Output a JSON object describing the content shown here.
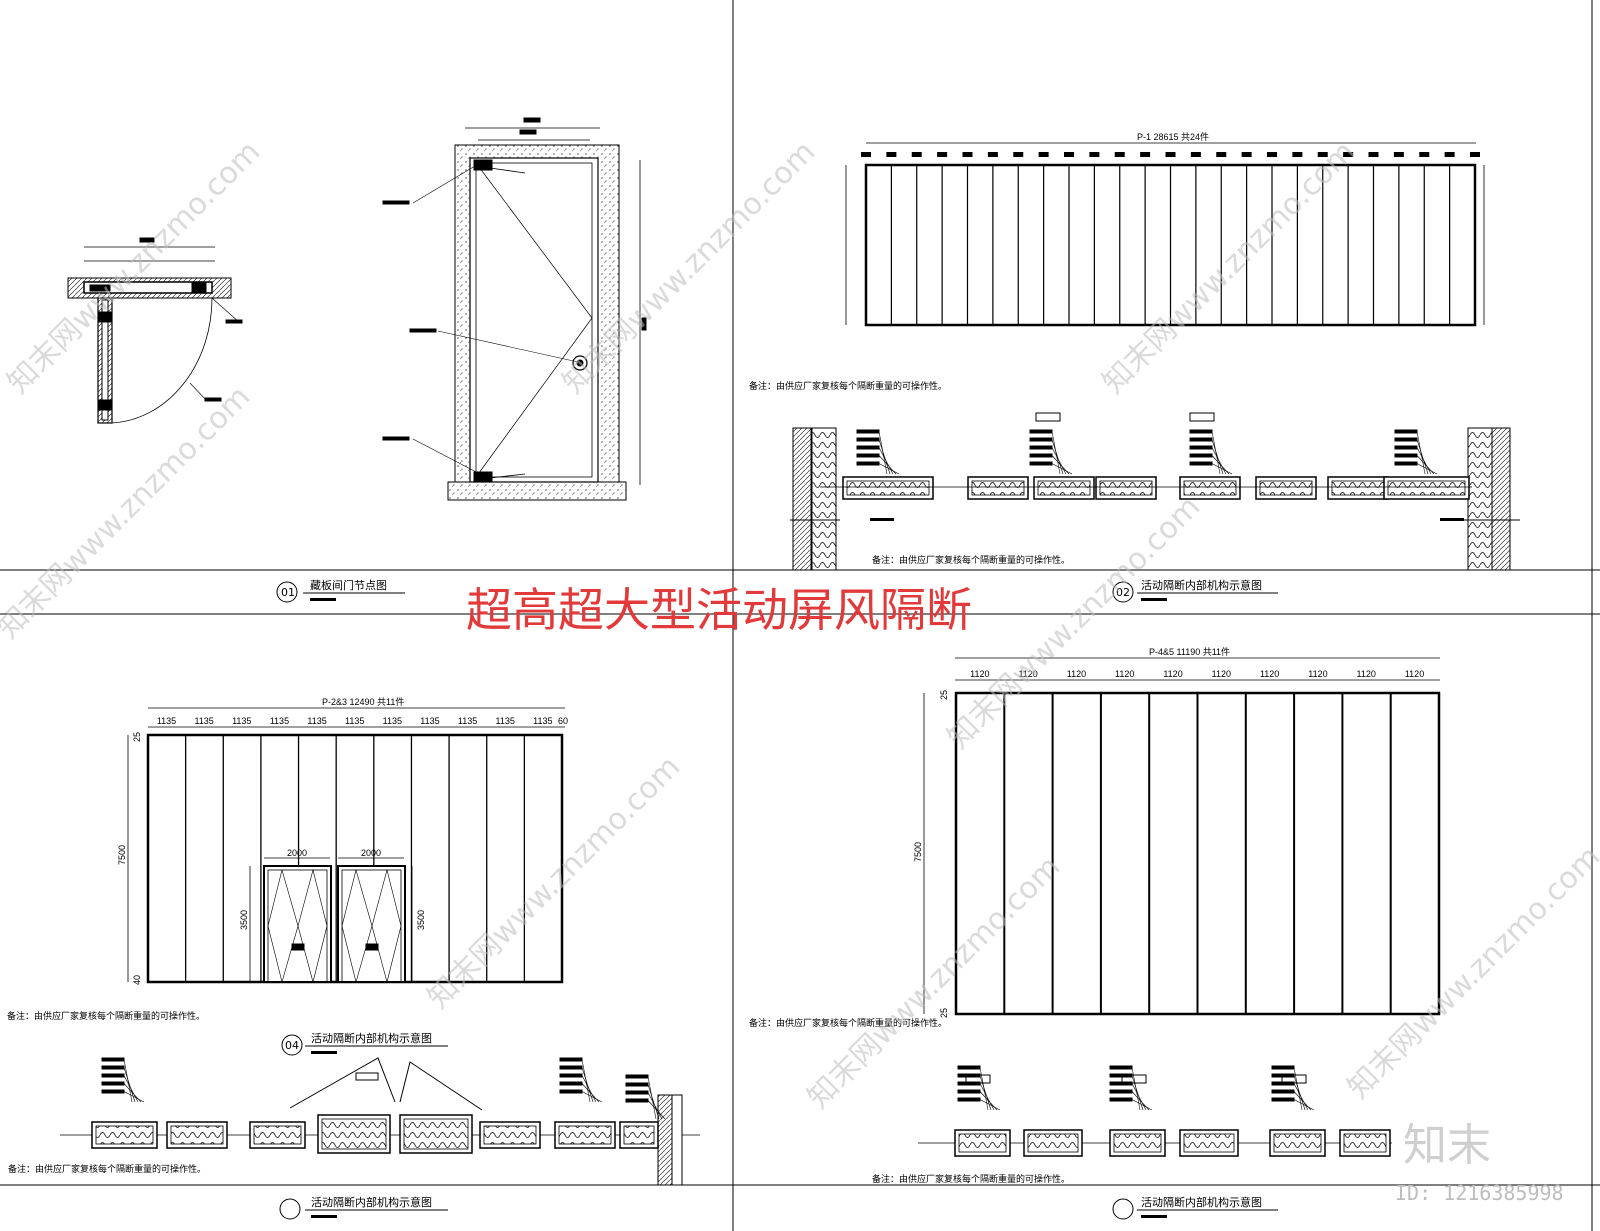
{
  "main_title": "超高超大型活动屏风隔断",
  "panels": {
    "p01": {
      "number": "01",
      "caption": "藏板间门节点图"
    },
    "p02": {
      "number": "02",
      "caption": "活动隔断内部机构示意图",
      "header": "P-1 28615 共24件",
      "note": "备注：由供应厂家复核每个隔断重量的可操作性。"
    },
    "p03": {
      "header": "P-2&3 12490 共11件",
      "module_widths": [
        "1135",
        "1135",
        "1135",
        "1135",
        "1135",
        "1135",
        "1135",
        "1135",
        "1135",
        "1135",
        "1135"
      ],
      "end_tag": "60",
      "height": "7500",
      "door_width": "2000",
      "door_height": "3500",
      "top_gap": "25",
      "bottom_gap": "40",
      "note": "备注：由供应厂家复核每个隔断重量的可操作性。"
    },
    "p04": {
      "number": "04",
      "caption": "活动隔断内部机构示意图"
    },
    "p05": {
      "caption": "活动隔断内部机构示意图",
      "note": "备注：由供应厂家复核每个隔断重量的可操作性。"
    },
    "p06": {
      "header": "P-4&5 11190 共11件",
      "module_widths": [
        "1120",
        "1120",
        "1120",
        "1120",
        "1120",
        "1120",
        "1120",
        "1120",
        "1120",
        "1120"
      ],
      "height": "7500",
      "top_gap": "25",
      "bottom_gap": "25",
      "note": "备注：由供应厂家复核每个隔断重量的可操作性。",
      "caption": "活动隔断内部机构示意图"
    }
  },
  "watermark": "知末网www.znzmo.com",
  "brand": "知末",
  "id_label": "ID: 1216385998"
}
